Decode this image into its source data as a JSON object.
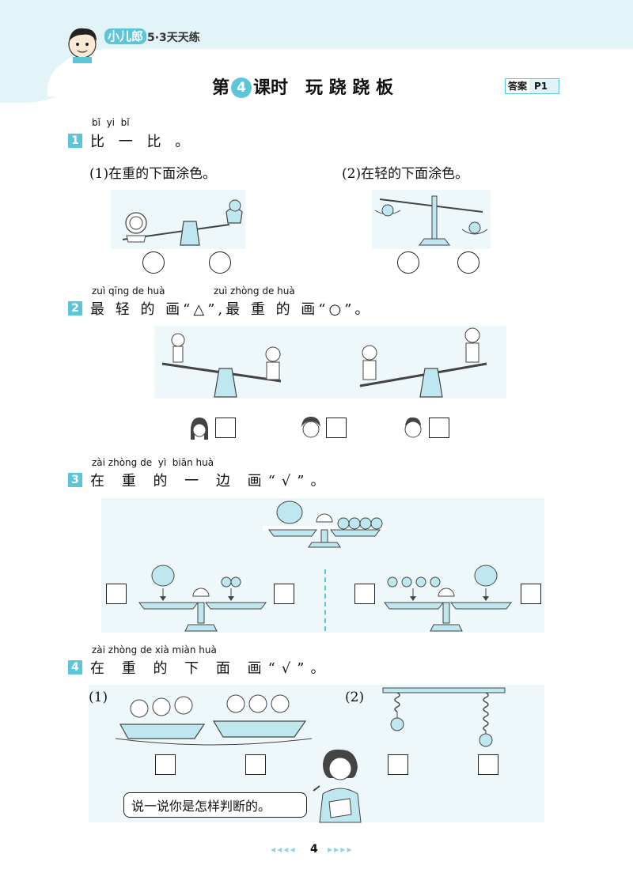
{
  "header": {
    "brand": "小儿郎",
    "series": "5·3天天练",
    "lesson_prefix": "第",
    "lesson_number": "4",
    "lesson_suffix": "课时",
    "lesson_title": "玩 跷 跷 板",
    "answer_label": "答案",
    "answer_page": "P1"
  },
  "q1": {
    "number": "1",
    "pinyin": "bǐ  yi  bǐ",
    "title": "比 一 比 。",
    "sub1": "(1)在重的下面涂色。",
    "sub2": "(2)在轻的下面涂色。"
  },
  "q2": {
    "number": "2",
    "pinyin_a": "zuì qīng de huà",
    "pinyin_b": "zuì zhòng de huà",
    "title": "最 轻 的 画“△”,最 重 的 画“○”。"
  },
  "q3": {
    "number": "3",
    "pinyin": "zài zhòng de  yì  biān huà",
    "title": "在 重 的 一 边 画“√”。"
  },
  "q4": {
    "number": "4",
    "pinyin": "zài zhòng de xià miàn huà",
    "title": "在 重 的 下 面 画“√”。",
    "sub1": "(1)",
    "sub2": "(2)",
    "speech": "说一说你是怎样判断的。"
  },
  "footer": {
    "page_number": "4",
    "left_arrows": "◀◀◀◀",
    "right_arrows": "▶▶▶▶"
  },
  "colors": {
    "accent": "#5cc6d8",
    "panel": "#eef8fb",
    "header_bg": "#dff3f8"
  }
}
